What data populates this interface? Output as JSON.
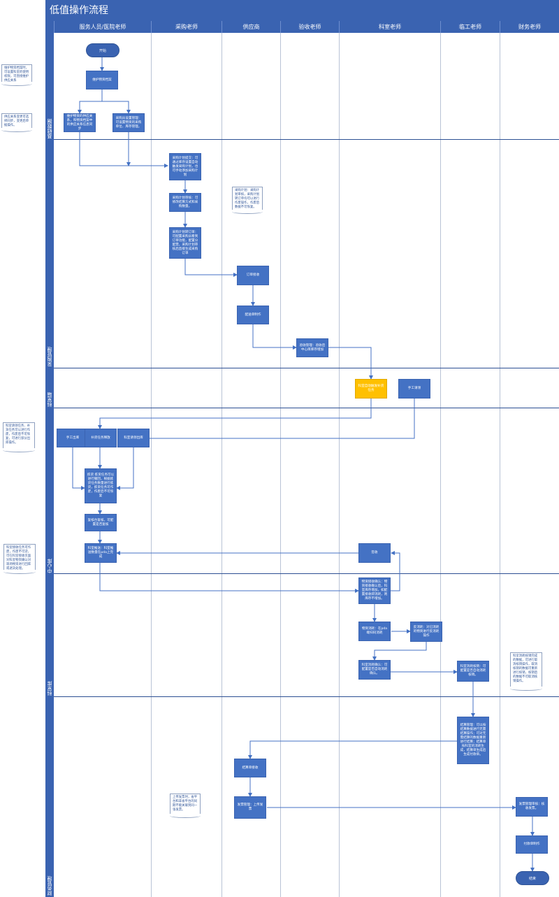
{
  "title": "低值操作流程",
  "columns": [
    "服务人员/医院老师",
    "采购老师",
    "供应商",
    "验收老师",
    "科室老师",
    "临工老师",
    "财务老师"
  ],
  "lanes": [
    "基础数据",
    "采购管理",
    "科室端",
    "中心库",
    "科室库",
    "财务管理"
  ],
  "nodes": {
    "start": "开始",
    "n1": "维护物资档案",
    "n2": "维护物资的供应关系，和物资档案中的供应关系信息同步",
    "n3": "采购员设置管理：可设置物资的采购单位、库存管理。",
    "n4": "采购计划提交：可通过库存设置自动触发采购计划，也可手动添加采购计划",
    "n5": "采购计划审核：可修改结算方式和采购数量。",
    "n6": "采购计划转订单：可配置采购员看到订单功能，配置分配票，采购计划审核后直接生成采购订单",
    "n7": "订单接收",
    "n8": "配送单制作",
    "n9": "验收管理：验收后中心库库存增加",
    "n10": "科室自动触发补货任务",
    "n11": "手工请领",
    "n12": "手工出库",
    "n13": "补货任务释放",
    "n14": "科室请领出库",
    "n15": "拣货\n拣货任务可以进行撤回，根据拣货任务数量进行拣货，拣货任务可作废，作废后不可恢复",
    "n16": "复核台复核，可配置是否复核",
    "n17": "科室推送：科室推送数量在pda上完成",
    "n18": "签收",
    "n19": "物资接收确认：物资接收确认后，科室库存增加，如配置接收即消耗，则库存不增加。",
    "n20": "物资消耗：在pda端扫码消耗",
    "n21": "反消耗：对已消耗的物资进行反消耗操作",
    "n22": "科室消耗确认：可配置是否自动消耗确认。",
    "n23": "科室消耗核销：可配置是否自动消耗核销。",
    "n24": "结算管理：可以按结算数据进行无需结算操作；可对无需结算的数据重新进行结算；结算单按科室的消耗生成，结算单生成后生成付款单。",
    "n25": "结算单接收",
    "n26": "发票管理：上传发票",
    "n27": "发票管理审核：核收发票。",
    "n28": "付款单制作",
    "end": "结束"
  },
  "notes": {
    "a": "维护物资档案时，可设置科室的使用权限，可直接维护供应关系",
    "b": "供应关系变更可选择同步，变更后单据操作。",
    "c": "采购计划：采购计划审核，采购计划转订单均可以进行作废操作，作废后数据不可恢复。",
    "d": "科室请领任务、补货任务可以进行作废，作废后不可恢复，可进行部分出库操作。",
    "e": "科室接收任务可作废，作废不可逆，可在科室接收页面对科室物资确认对现场物资进行回库或退货处理。",
    "f": "科室消耗核销完成的数据，可进行取消核销操作，取消核销的数据可重新进行核销，核销后的数据不可取消核销操作。",
    "g": "上传发票时，省平台和非省平台的同期不能关联到同一张发票。"
  }
}
